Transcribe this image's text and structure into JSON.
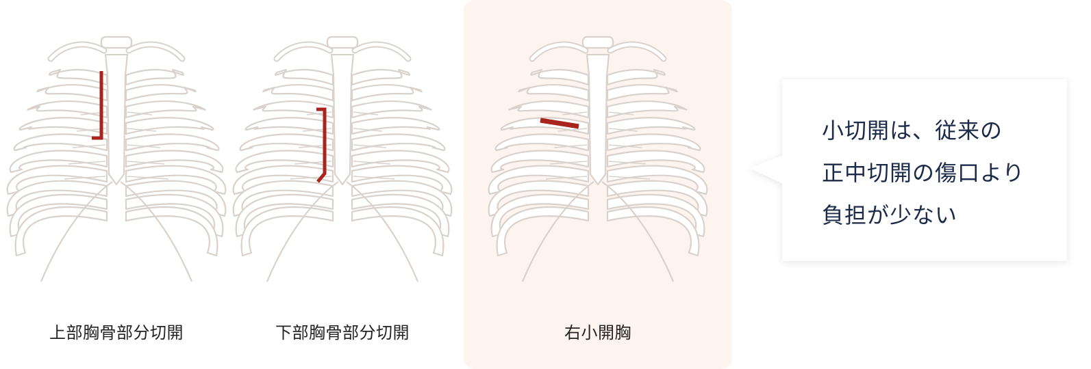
{
  "panels": [
    {
      "caption": "上部胸骨部分切開",
      "incision": "upper-sternotomy",
      "highlighted": false
    },
    {
      "caption": "下部胸骨部分切開",
      "incision": "lower-sternotomy",
      "highlighted": false
    },
    {
      "caption": "右小開胸",
      "incision": "right-mini-thoracotomy",
      "highlighted": true
    }
  ],
  "callout": {
    "lines": [
      "小切開は、従来の",
      "正中切開の傷口より",
      "負担が少ない"
    ]
  },
  "colors": {
    "bone_stroke": "#d9d1cc",
    "bone_fill": "#ffffff",
    "incision": "#a8241c",
    "highlight_bg": "#fdf4ef",
    "callout_text": "#1c2a4a"
  }
}
